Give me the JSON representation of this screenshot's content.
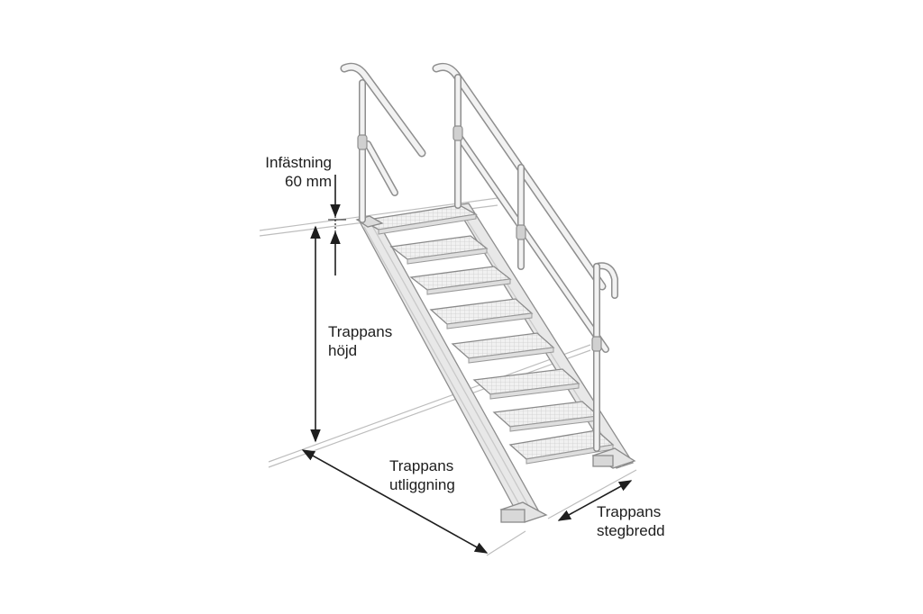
{
  "labels": {
    "mounting": {
      "line1": "Infästning",
      "line2": "60 mm"
    },
    "height": {
      "line1": "Trappans",
      "line2": "höjd"
    },
    "run": {
      "line1": "Trappans",
      "line2": "utliggning"
    },
    "step_width": {
      "line1": "Trappans",
      "line2": "stegbredd"
    }
  },
  "colors": {
    "ink": "#1e1e1e",
    "metal": "#b4b4b4",
    "metal_light": "#e6e6e6",
    "ground": "#c8c8c8"
  }
}
